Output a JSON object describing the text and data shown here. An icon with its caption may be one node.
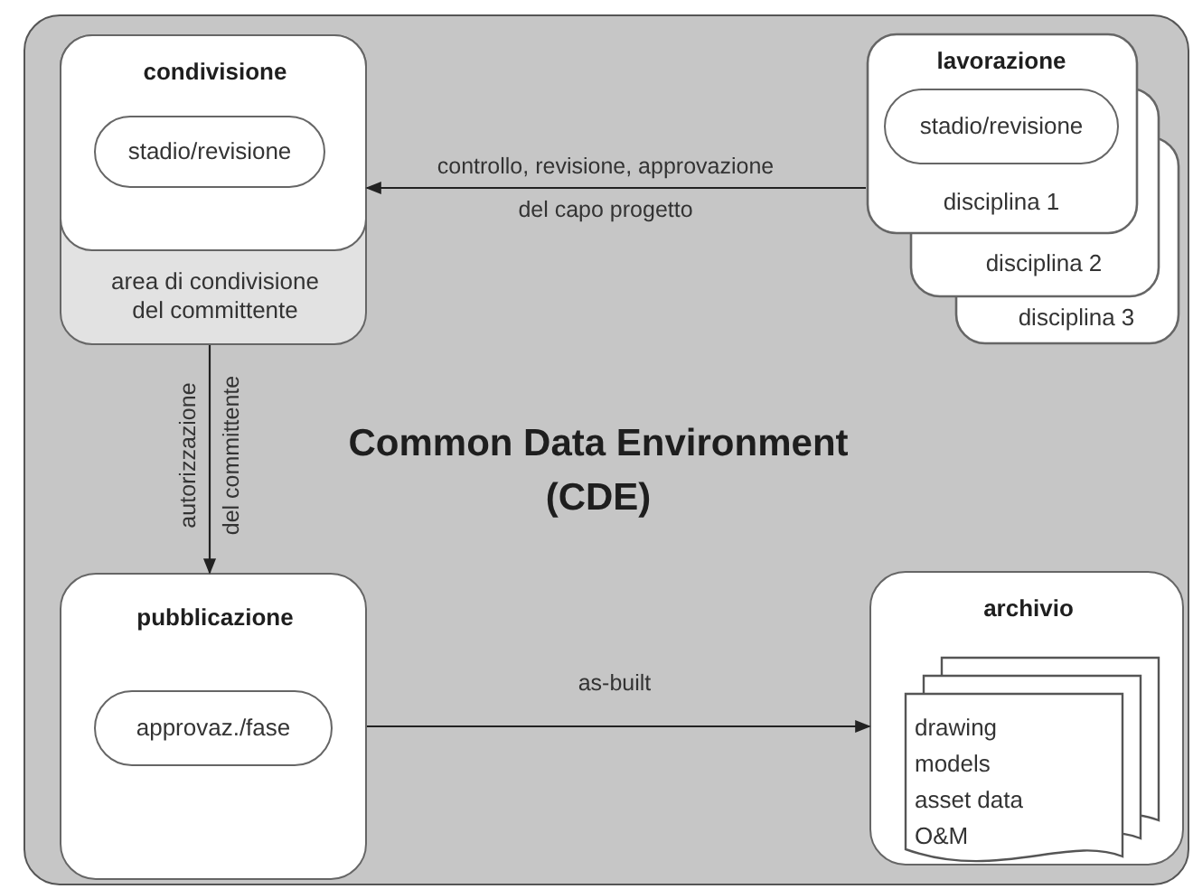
{
  "diagram": {
    "nodes": [
      {
        "text": [
          "Common Data Environment (CDE)"
        ]
      },
      {
        "text": [
          "condivisione",
          "area di condivisione del committente"
        ],
        "in": 0
      },
      {
        "text": [
          "stadio/revisione"
        ],
        "in": 1
      },
      {
        "text": [
          "lavorazione",
          "disciplina 1",
          "disciplina 2",
          "disciplina 3"
        ],
        "in": 0
      },
      {
        "text": [
          "stadio/revisione"
        ],
        "in": 3
      },
      {
        "text": [
          "pubblicazione"
        ],
        "in": 0
      },
      {
        "text": [
          "approvaz./fase"
        ],
        "in": 5
      },
      {
        "text": [
          "archivio"
        ],
        "in": 0
      },
      {
        "text": [
          "drawing",
          "models",
          "asset data",
          "O&M"
        ],
        "in": 7
      }
    ],
    "edges": [
      {
        "from": 3,
        "to": 1,
        "arrow": "to",
        "label": "controllo, revisione, approvazione del capo progetto"
      },
      {
        "from": 1,
        "to": 5,
        "arrow": "to",
        "label": "autorizzazione del committente"
      },
      {
        "from": 5,
        "to": 7,
        "arrow": "to",
        "label": "as-built"
      }
    ]
  }
}
